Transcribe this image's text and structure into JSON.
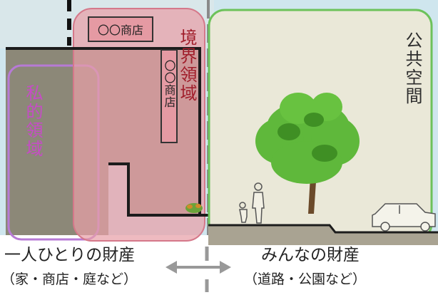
{
  "shop_sign_top": "〇〇商店",
  "shop_sign_vertical": "〇〇商店",
  "zone_private": "私的領域",
  "zone_boundary": "境界領域",
  "zone_public": "公共空間",
  "caption_left": "一人ひとりの財産",
  "caption_left_sub": "（家・商店・庭など）",
  "caption_right": "みんなの財産",
  "caption_right_sub": "（道路・公園など）",
  "colors": {
    "private_fill": "#8c8878",
    "private_border": "#b77ad6",
    "boundary_fill": "#e8a0a8",
    "boundary_text": "#a01d2a",
    "public_fill": "#eae8d8",
    "public_border": "#6cc25a",
    "private_text": "#c64cc6",
    "sky": "#cfe6ee"
  },
  "icons": [
    "tree-icon",
    "person-icon",
    "child-icon",
    "car-icon",
    "shrub-icon",
    "double-arrow-icon"
  ]
}
